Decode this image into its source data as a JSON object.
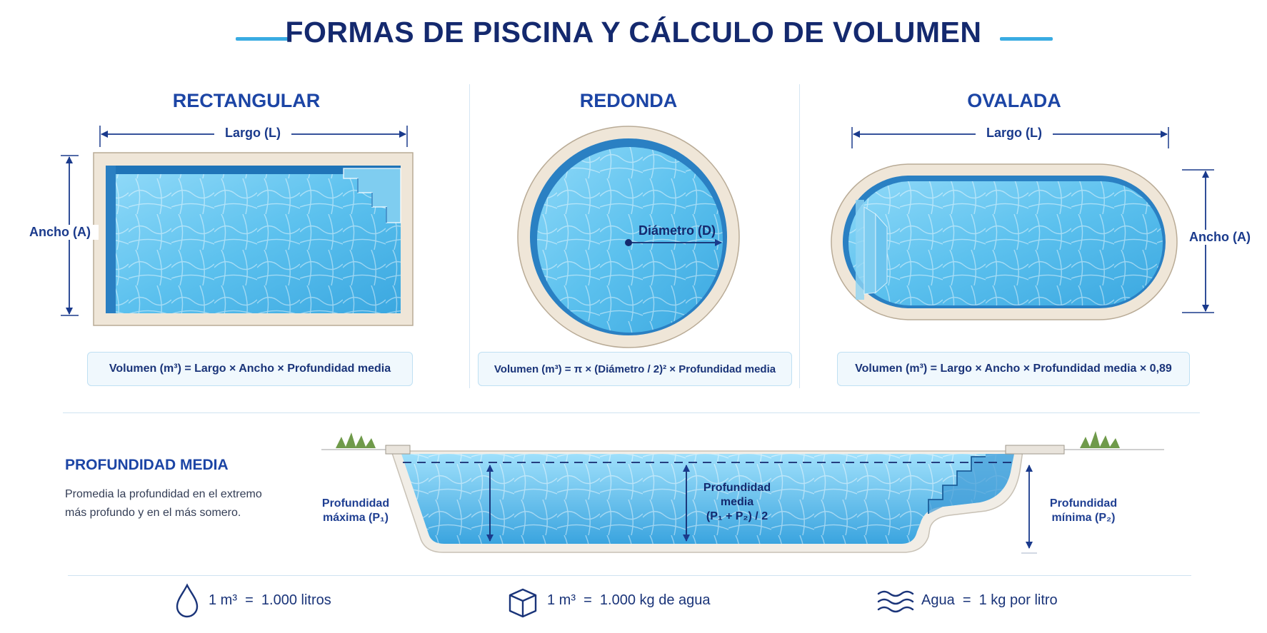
{
  "header": {
    "title": "FORMAS DE PISCINA Y CÁLCULO DE VOLUMEN"
  },
  "shapes": {
    "rectangular": {
      "title": "RECTANGULAR",
      "length_label": "Largo (L)",
      "width_label": "Ancho (A)",
      "formula": "Volumen (m³) = Largo × Ancho × Profundidad media"
    },
    "round": {
      "title": "REDONDA",
      "diameter_label": "Diámetro (D)",
      "formula": "Volumen (m³) = π × (Diámetro / 2)² × Profundidad media"
    },
    "oval": {
      "title": "OVALADA",
      "length_label": "Largo (L)",
      "width_label": "Ancho (A)",
      "formula": "Volumen (m³) = Largo × Ancho × Profundidad media × 0,89"
    }
  },
  "depth_section": {
    "title": "PROFUNDIDAD MEDIA",
    "description_line1": "Promedia la profundidad en el extremo",
    "description_line2": "más profundo y en el más somero.",
    "max_depth_line1": "Profundidad",
    "max_depth_line2": "máxima (P₁)",
    "mean_depth_line1": "Profundidad",
    "mean_depth_line2": "media",
    "mean_depth_line3": "(P₁ + P₂) / 2",
    "min_depth_line1": "Profundidad",
    "min_depth_line2": "mínima (P₂)"
  },
  "footer": {
    "items": [
      {
        "icon": "water-drop-icon",
        "text": "1 m³  =  1.000 litros"
      },
      {
        "icon": "cube-icon",
        "text": "1 m³  =  1.000 kg de agua"
      },
      {
        "icon": "waves-icon",
        "text": "Agua  =  1 kg por litro"
      }
    ]
  },
  "colors": {
    "navy": "#14296e",
    "accent_blue": "#1c45a5",
    "water": "#5cc1ee",
    "coping": "#efe6d8"
  }
}
